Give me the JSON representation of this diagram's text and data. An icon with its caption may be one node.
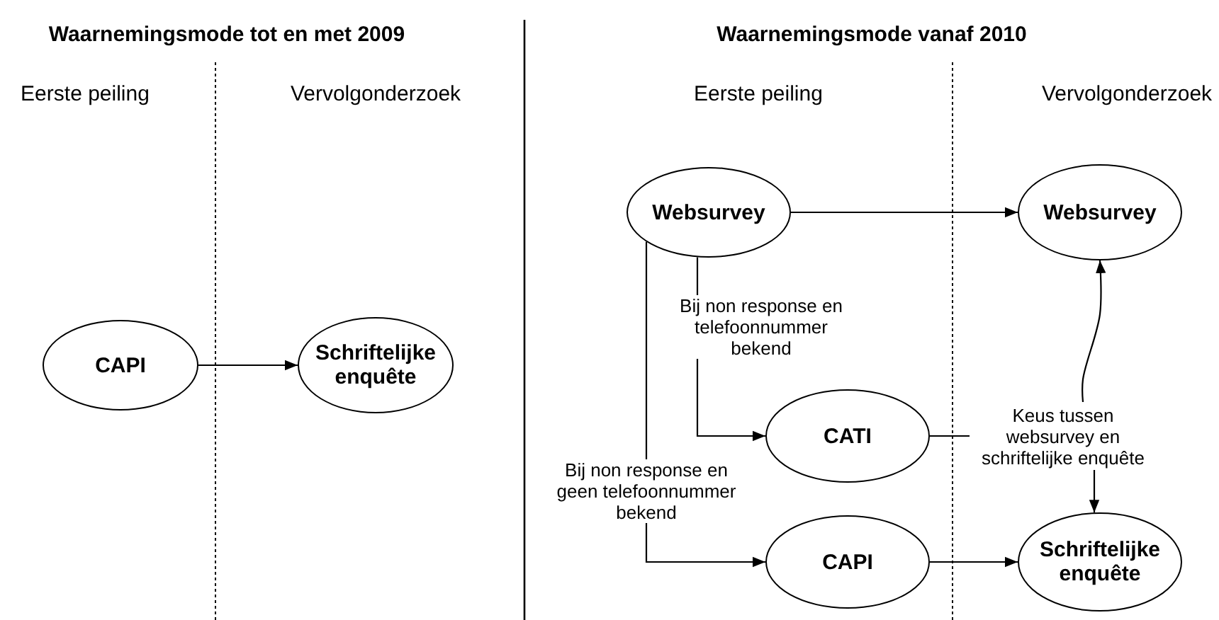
{
  "diagram": {
    "nodes": [
      {
        "text": [
          "CAPI"
        ]
      },
      {
        "text": [
          "Schriftelijke enquête"
        ]
      },
      {
        "text": [
          "Websurvey"
        ]
      },
      {
        "text": [
          "Websurvey"
        ]
      },
      {
        "text": [
          "CATI"
        ]
      },
      {
        "text": [
          "CAPI"
        ]
      },
      {
        "text": [
          "Schriftelijke enquête"
        ]
      },
      {
        "text": [
          "Keus tussen websurvey en schriftelijke enquête"
        ]
      }
    ],
    "edges": [
      {
        "from": 0,
        "to": 1,
        "arrow": "to"
      },
      {
        "from": 2,
        "to": 3,
        "arrow": "to"
      },
      {
        "from": 2,
        "to": 4,
        "arrow": "to",
        "label": "Bij non response en telefoonnummer bekend"
      },
      {
        "from": 2,
        "to": 5,
        "arrow": "to",
        "label": "Bij non response en geen telefoonnummer bekend"
      },
      {
        "from": 4,
        "to": 7,
        "arrow": "none"
      },
      {
        "from": 7,
        "to": 3,
        "arrow": "to"
      },
      {
        "from": 7,
        "to": 6,
        "arrow": "to"
      },
      {
        "from": 5,
        "to": 6,
        "arrow": "to"
      }
    ],
    "labels": [
      "Waarnemingsmode tot en met 2009",
      "Waarnemingsmode vanaf 2010",
      "Eerste peiling",
      "Vervolgonderzoek",
      "Eerste peiling",
      "Vervolgonderzoek"
    ]
  }
}
